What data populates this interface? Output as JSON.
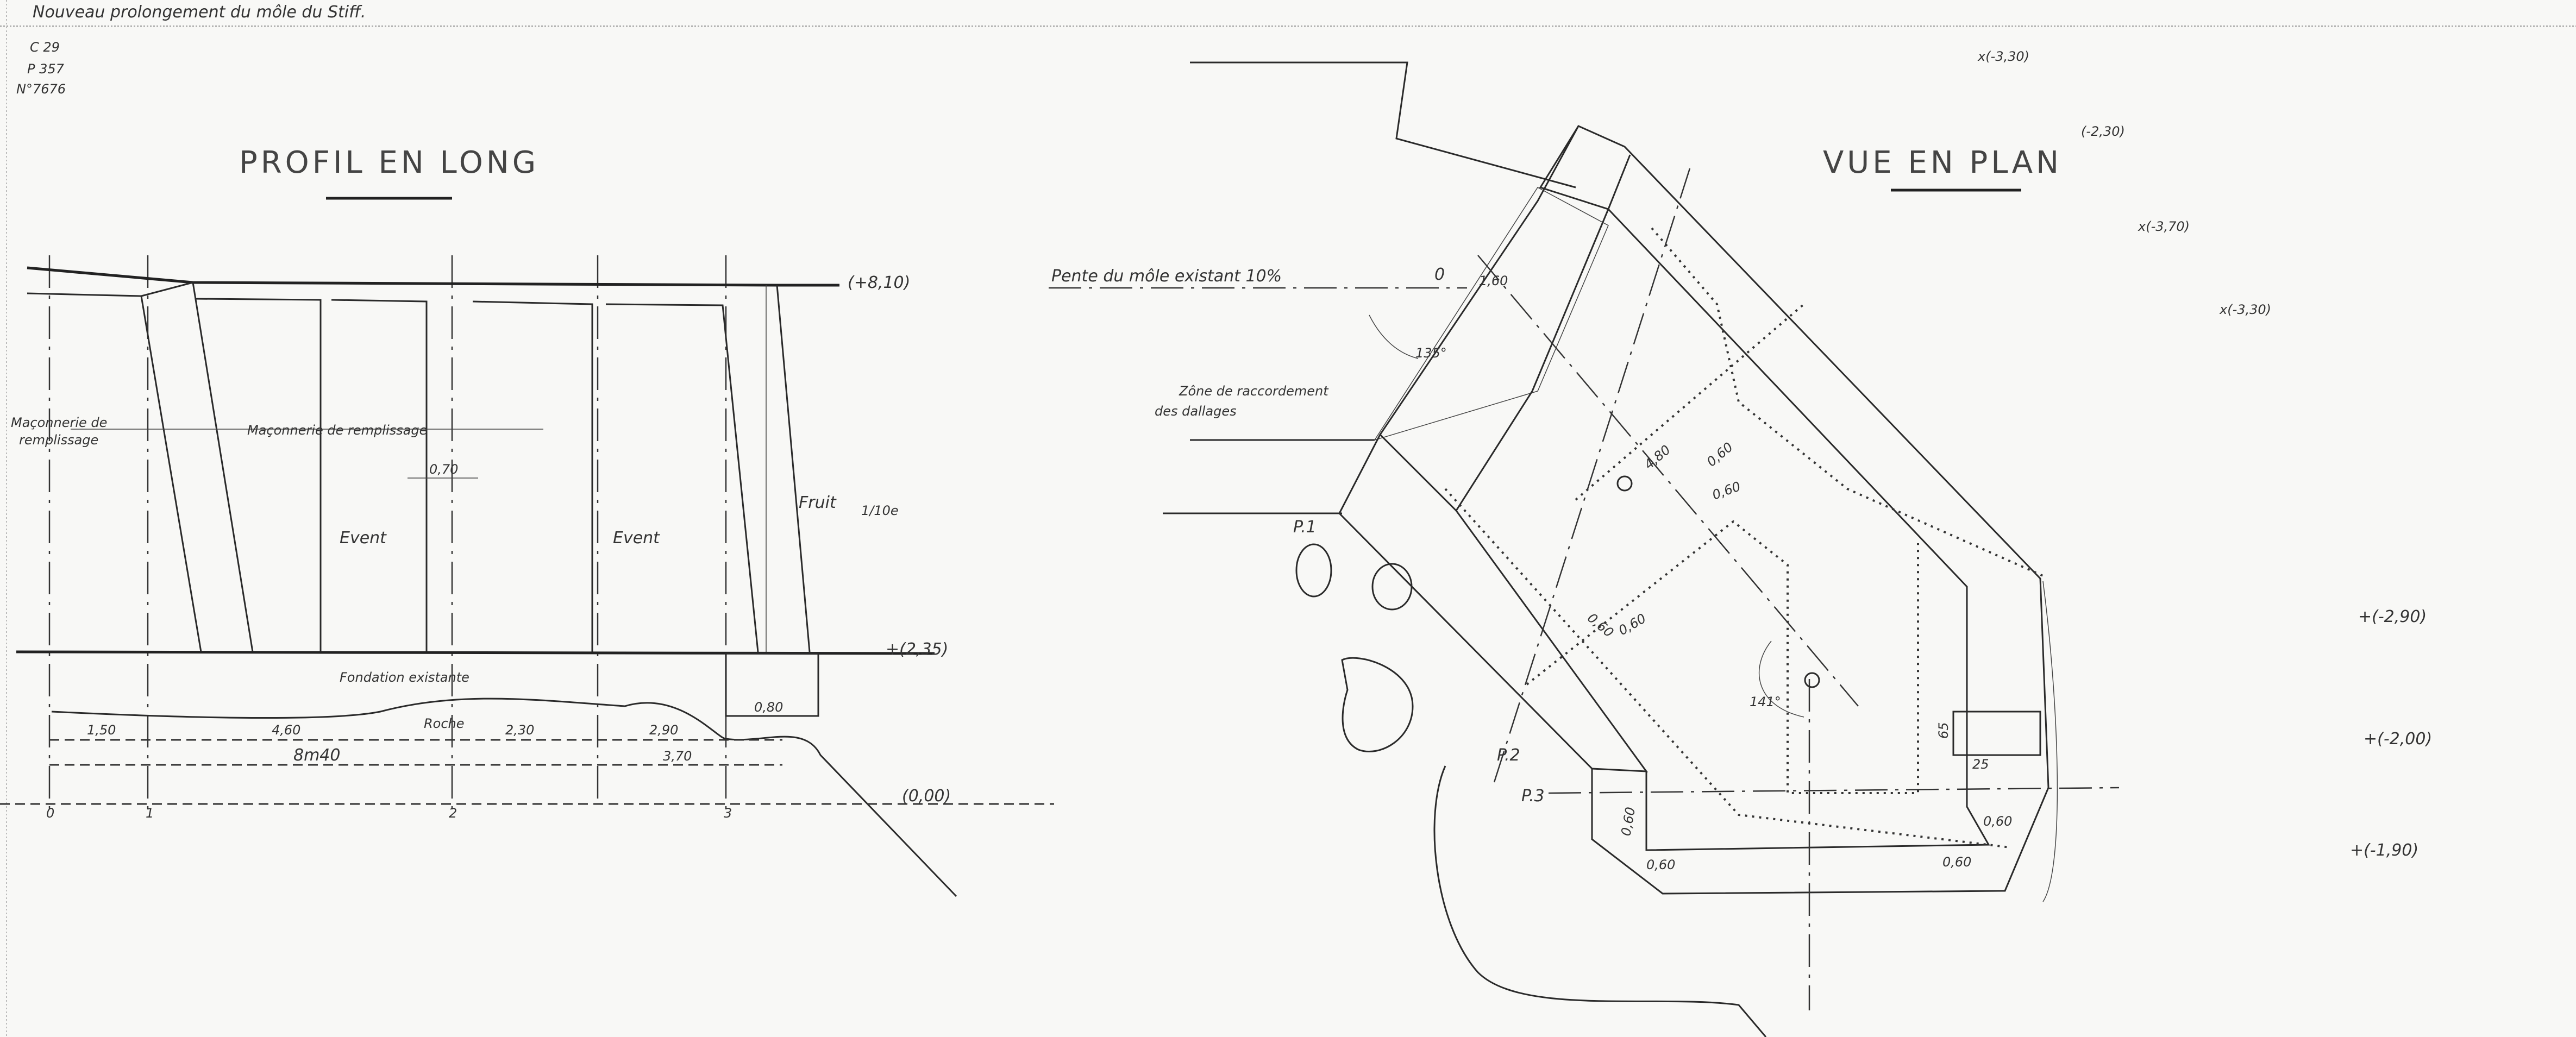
{
  "header": {
    "title": "Nouveau prolongement du môle du Stiff.",
    "ref_c": "C 29",
    "ref_p": "P 357",
    "ref_no": "N°7676"
  },
  "profile": {
    "title": "PROFIL EN LONG",
    "top_level": "(+8,10)",
    "base_level": "+(2,35)",
    "zero_level": "(0,00)",
    "masonry_left_1": "Maçonnerie de",
    "masonry_left_2": "remplissage",
    "masonry_center": "Maçonnerie de remplissage",
    "width_070": "0,70",
    "event_1": "Event",
    "event_2": "Event",
    "fruit": "Fruit",
    "fruit_ratio": "1/10e",
    "foundation": "Fondation existante",
    "rock": "Roche",
    "dims": [
      "1,50",
      "4,60",
      "2,30",
      "2,90",
      "0,80"
    ],
    "total_dim": "8m40",
    "dim_370": "3,70",
    "axis_labels": [
      "0",
      "1",
      "2",
      "3"
    ]
  },
  "plan": {
    "title": "VUE EN PLAN",
    "slope_label": "Pente du môle existant 10%",
    "zone_label_1": "Zône de raccordement",
    "zone_label_2": "des dallages",
    "origin": "0",
    "dim_160": "1,60",
    "angle_135": "135°",
    "angle_141": "141°",
    "dim_480": "4,80",
    "dim_060": [
      "0,60",
      "0,60",
      "0,60",
      "0,60",
      "0,60",
      "0,60",
      "0,60",
      "0,60"
    ],
    "dim_65": "65",
    "dim_25": "25",
    "points": [
      "P.1",
      "P.2",
      "P.3"
    ],
    "soundings": [
      "x(-3,30)",
      "(-2,30)",
      "x(-3,70)",
      "x(-3,30)",
      "+(-2,90)",
      "+(-2,00)",
      "+(-1,90)"
    ]
  }
}
